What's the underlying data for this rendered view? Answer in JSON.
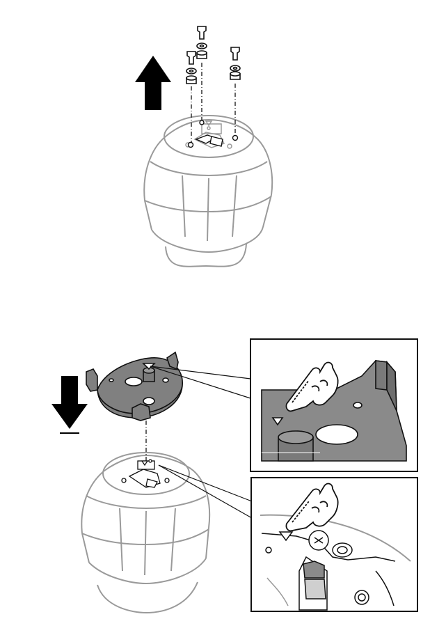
{
  "illustration": {
    "steps": [
      {
        "id": "step-remove-screws",
        "arrow": "up",
        "screw_count": 3,
        "parts": [
          "screw-icon",
          "washer-icon",
          "spacer-icon"
        ]
      },
      {
        "id": "step-attach-bracket",
        "arrow": "down",
        "callouts": [
          "bracket-triangle-mark-detail",
          "camera-triangle-mark-detail"
        ]
      }
    ],
    "colors": {
      "line": "#111111",
      "faded_line": "#9a9a9a",
      "bracket_fill": "#808080",
      "detail_fill": "#8a8a8a",
      "arrow_fill": "#000000"
    }
  }
}
